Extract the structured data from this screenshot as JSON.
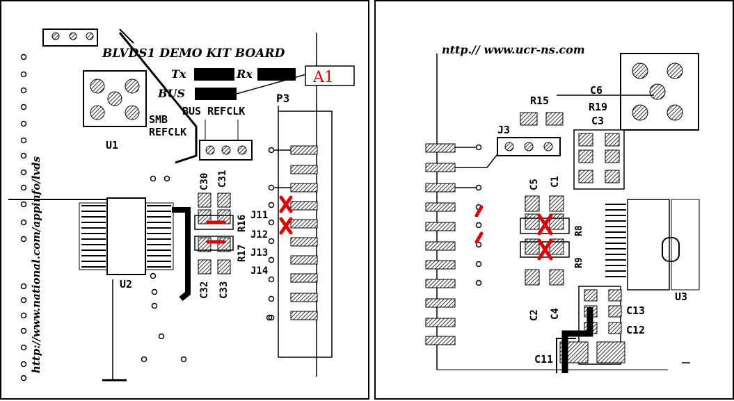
{
  "left": {
    "board_title": "BLVDS1  DEMO  KIT  BOARD",
    "url_text": "http://www.national.com/appinfo/lvds",
    "tx": "Tx",
    "rx": "Rx",
    "bus": "BUS",
    "callout": "A1",
    "p3": "P3",
    "bus_refclk": "BUS  REFCLK",
    "smb": "SMB",
    "refclk": "REFCLK",
    "u1": "U1",
    "u2": "U2",
    "c30": "C30",
    "c31": "C31",
    "c32": "C32",
    "c33": "C33",
    "r16": "R16",
    "r17": "R17",
    "j11": "J11",
    "j12": "J12",
    "j13": "J13",
    "j14": "J14"
  },
  "right": {
    "url_text": "nttp.// www.ucr-ns.com",
    "r15": "R15",
    "c6": "C6",
    "r19": "R19",
    "c3": "C3",
    "j3": "J3",
    "c5": "C5",
    "c1": "C1",
    "c2": "C2",
    "c4": "C4",
    "c13": "C13",
    "c12": "C12",
    "c11": "C11",
    "u3": "U3",
    "r8": "R8",
    "r9": "R9"
  },
  "colors": {
    "accent": "#e00000",
    "ink": "#000000"
  }
}
